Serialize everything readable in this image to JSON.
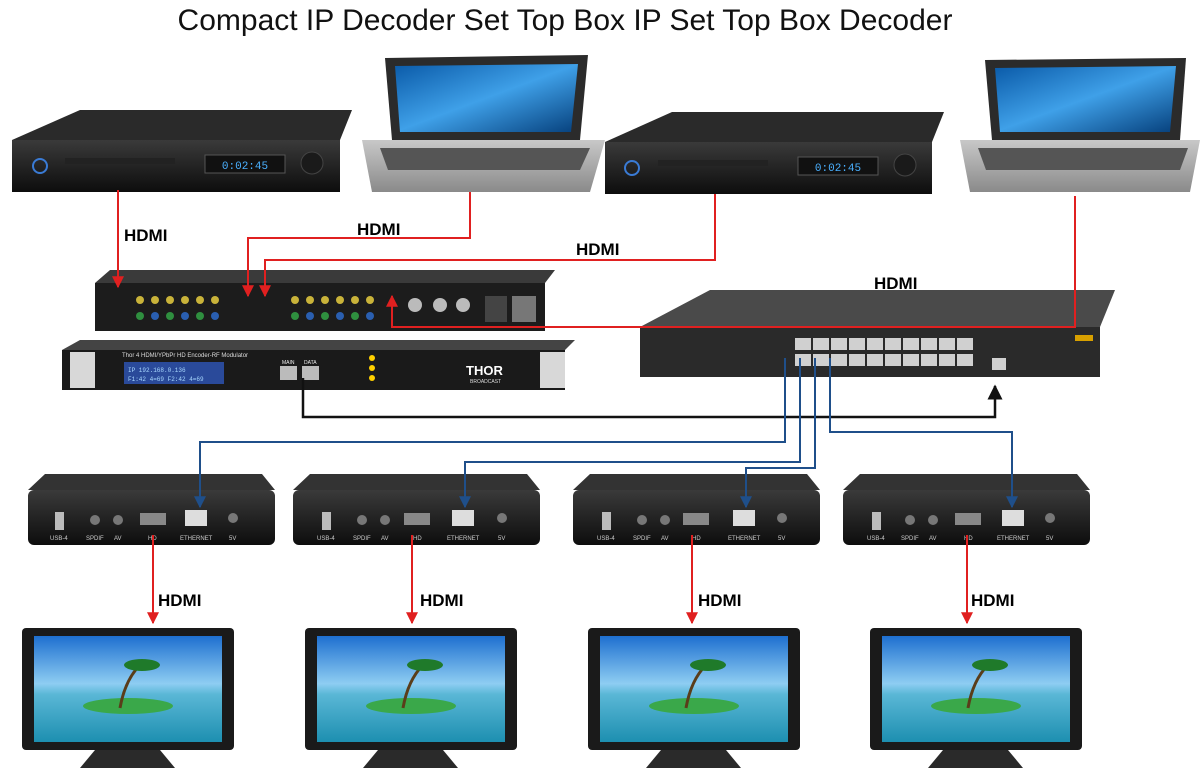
{
  "title": "Compact IP Decoder Set Top Box  IP Set Top Box Decoder",
  "connection_label": "HDMI",
  "encoder": {
    "model_text": "Thor 4 HDMI/YPbPr HD Encoder-RF Modulator",
    "brand": "THOR",
    "brand_sub": "BROADCAST",
    "port_labels": [
      "MAIN",
      "DATA"
    ],
    "lcd_lines": [
      "IP 192.168.0.136",
      "F1:42 4=69 F2:42 4=69"
    ]
  },
  "stb_port_labels": [
    "USB-4",
    "SPDIF",
    "AV",
    "HD",
    "ETHERNET",
    "5V"
  ],
  "colors": {
    "hdmi_line": "#e02020",
    "ethernet_line": "#1f4f8a",
    "lan_line": "#111111"
  }
}
